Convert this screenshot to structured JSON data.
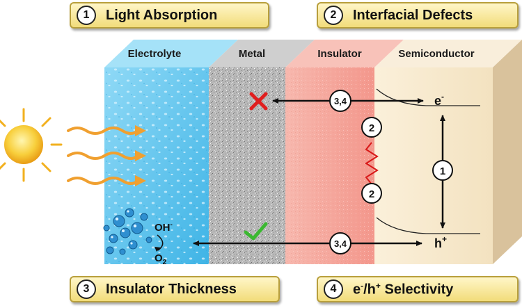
{
  "callouts": [
    {
      "num": "1",
      "label": "Light Absorption"
    },
    {
      "num": "2",
      "label": "Interfacial Defects"
    },
    {
      "num": "3",
      "label": "Insulator Thickness"
    },
    {
      "num": "4",
      "prefix": "e",
      "sup1": "-",
      "mid": "/h",
      "sup2": "+",
      "suffix": " Selectivity"
    }
  ],
  "layers": {
    "electrolyte": "Electrolyte",
    "metal": "Metal",
    "insulator": "Insulator",
    "semiconductor": "Semiconductor"
  },
  "markers": {
    "top_interface": "3,4",
    "bottom_interface": "3,4",
    "defect_top": "2",
    "defect_bottom": "2",
    "absorption": "1"
  },
  "carriers": {
    "electron": "e",
    "electron_sup": "-",
    "hole": "h",
    "hole_sup": "+"
  },
  "reaction": {
    "reactant": "OH",
    "reactant_sup": "-",
    "product": "O",
    "product_sub": "2"
  },
  "colors": {
    "electrolyte": "#6cc8ee",
    "metal": "#b9b9b9",
    "insulator": "#f5aaa0",
    "semiconductor": "#f7ead0",
    "callout_fill": "#f2dc7a",
    "wave": "#f0a030",
    "sun": "#f6c02a",
    "blocked": "#e01e1e",
    "allowed": "#3cb832",
    "defect": "#d81818"
  },
  "icons": {
    "blocked": "red-x-icon",
    "allowed": "green-check-icon",
    "light": "sun-icon"
  }
}
